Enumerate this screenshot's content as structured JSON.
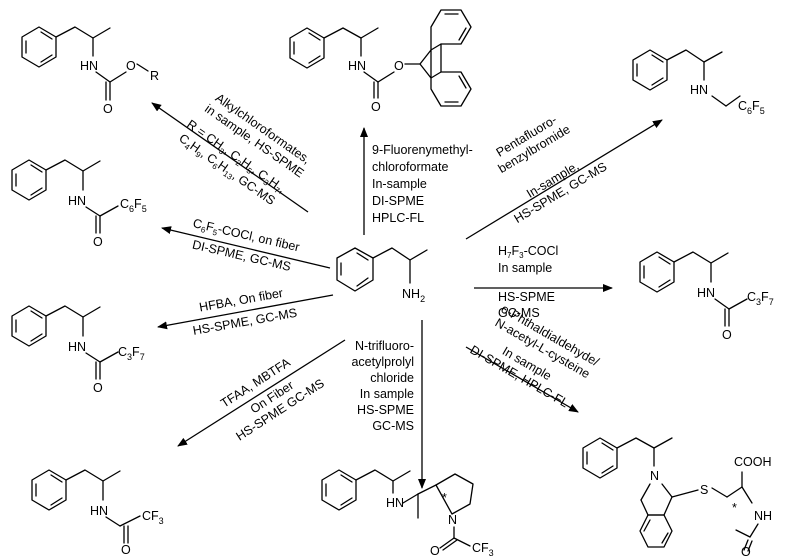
{
  "center": {
    "atoms": {
      "n": "NH",
      "h2": "2"
    }
  },
  "routes": {
    "fmoc": {
      "lines": [
        "9-Fluorenymethyl-",
        "chloroformate",
        "In-sample",
        "DI-SPME",
        "HPLC-FL"
      ]
    },
    "pfb": {
      "lines": [
        "Pentafluoro-",
        "benzylbromide",
        "In-sample,",
        "HS-SPME, GC-MS"
      ]
    },
    "alkyl": {
      "line1": "Alkylchloroformates,",
      "line2": "in sample, HS-SPME",
      "line3": "R = CH3, C2H5, C3H7,",
      "line4": "C4H9, C6H13, GC-MS"
    },
    "c6f5": {
      "line1": "C6F5-COCl, on fiber",
      "line2": "DI-SPME, GC-MS"
    },
    "h7f3": {
      "lines": [
        "H7F3-COCl",
        "In sample",
        "HS-SPME",
        "GC-MS"
      ]
    },
    "hfba": {
      "line1": "HFBA, On fiber",
      "line2": "HS-SPME, GC-MS"
    },
    "tfaa": {
      "line1": "TFAA, MBTFA",
      "line2": "On Fiber",
      "line3": "HS-SPME GC-MS"
    },
    "tpc": {
      "lines": [
        "N-trifluoro-",
        "acetylprolyl",
        "chloride",
        "In sample",
        "HS-SPME",
        "GC-MS"
      ]
    },
    "opa": {
      "line1": "o-Phthaldialdehyde/",
      "line2": "N-acetyl-L-cysteine",
      "line3": "In sample",
      "line4": "DI-SPME, HPLC-FL"
    }
  },
  "atoms": {
    "hn": "HN",
    "hn_right": "HN",
    "o": "O",
    "r": "R",
    "n": "N",
    "s": "S",
    "cooh": "COOH",
    "nh": "NH",
    "star": "*",
    "c6f5": "C6F5",
    "c3f7": "C3F7",
    "cf3": "CF3"
  }
}
